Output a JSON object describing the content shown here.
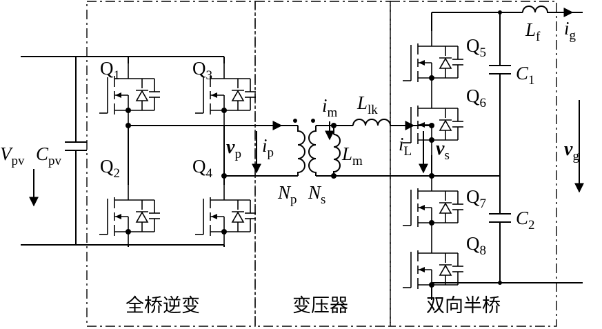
{
  "sections": {
    "inverter": "全桥逆变",
    "transformer": "变压器",
    "half_bridge": "双向半桥"
  },
  "labels": {
    "Vpv": {
      "main": "V",
      "sub": "pv"
    },
    "Cpv": {
      "main": "C",
      "sub": "pv"
    },
    "Q1": {
      "main": "Q",
      "sub": "1"
    },
    "Q2": {
      "main": "Q",
      "sub": "2"
    },
    "Q3": {
      "main": "Q",
      "sub": "3"
    },
    "Q4": {
      "main": "Q",
      "sub": "4"
    },
    "Q5": {
      "main": "Q",
      "sub": "5"
    },
    "Q6": {
      "main": "Q",
      "sub": "6"
    },
    "Q7": {
      "main": "Q",
      "sub": "7"
    },
    "Q8": {
      "main": "Q",
      "sub": "8"
    },
    "vp": {
      "main": "v",
      "sub": "p"
    },
    "ip": {
      "main": "i",
      "sub": "p"
    },
    "im": {
      "main": "i",
      "sub": "m"
    },
    "Llk": {
      "main": "L",
      "sub": "lk"
    },
    "Lm": {
      "main": "L",
      "sub": "m"
    },
    "Np": {
      "main": "N",
      "sub": "p"
    },
    "Ns": {
      "main": "N",
      "sub": "s"
    },
    "iL": {
      "main": "i",
      "sub": "L"
    },
    "vs": {
      "main": "v",
      "sub": "s"
    },
    "Lf": {
      "main": "L",
      "sub": "f"
    },
    "ig": {
      "main": "i",
      "sub": "g"
    },
    "C1": {
      "main": "C",
      "sub": "1"
    },
    "C2": {
      "main": "C",
      "sub": "2"
    },
    "vg": {
      "main": "v",
      "sub": "g"
    }
  }
}
